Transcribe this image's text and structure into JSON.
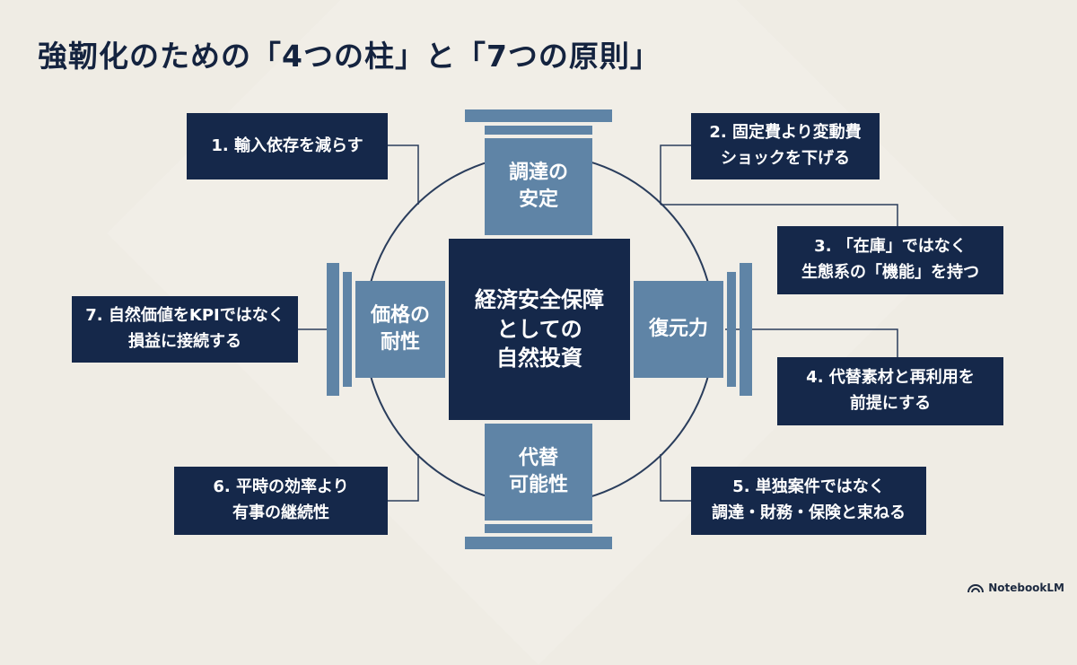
{
  "title": "強靭化のための「4つの柱」と「7つの原則」",
  "center": "経済安全保障\nとしての\n自然投資",
  "pillars": {
    "top": "調達の\n安定",
    "right": "復元力",
    "bottom": "代替\n可能性",
    "left": "価格の\n耐性"
  },
  "principles": [
    "1. 輸入依存を減らす",
    "2. 固定費より変動費\nショックを下げる",
    "3. 「在庫」ではなく\n生態系の「機能」を持つ",
    "4. 代替素材と再利用を\n前提にする",
    "5. 単独案件ではなく\n調達・財務・保険と束ねる",
    "6. 平時の効率より\n有事の継続性",
    "7. 自然価値をKPIではなく\n損益に接続する"
  ],
  "brand": {
    "icon": "notebooklm-logo-icon",
    "label": "NotebookLM"
  },
  "colors": {
    "background": "#efece4",
    "navy": "#15284a",
    "steel_blue": "#5f84a6",
    "line": "#2a3d5c"
  }
}
